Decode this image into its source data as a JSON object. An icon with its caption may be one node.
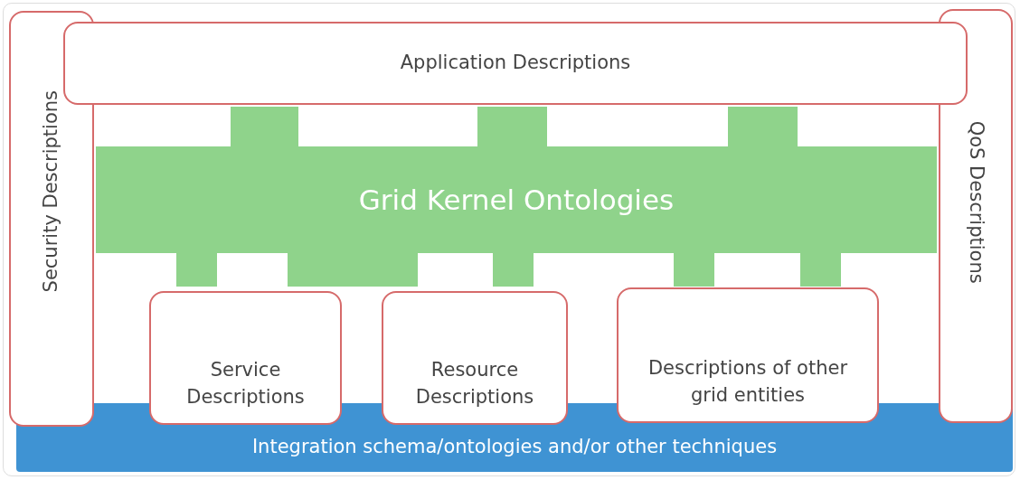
{
  "diagram": {
    "nodes": [
      {
        "text": [
          "Application Descriptions"
        ]
      },
      {
        "text": [
          "Security Descriptions"
        ]
      },
      {
        "text": [
          "QoS Descriptions"
        ]
      },
      {
        "text": [
          "Grid Kernel Ontologies"
        ]
      },
      {
        "text": [
          "Service Descriptions"
        ]
      },
      {
        "text": [
          "Resource Descriptions"
        ]
      },
      {
        "text": [
          "Descriptions of other grid entities"
        ]
      },
      {
        "text": [
          "Integration schema/ontologies and/or other techniques"
        ]
      }
    ]
  }
}
